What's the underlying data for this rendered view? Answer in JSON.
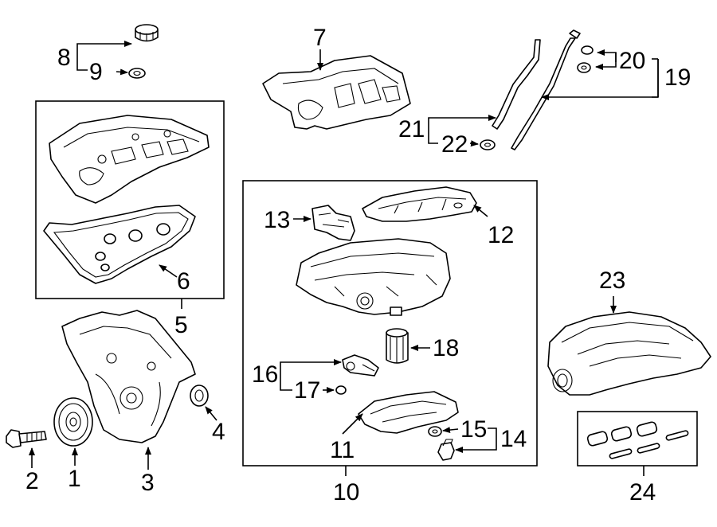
{
  "diagram": {
    "callouts": {
      "c1": "1",
      "c2": "2",
      "c3": "3",
      "c4": "4",
      "c5": "5",
      "c6": "6",
      "c7": "7",
      "c8": "8",
      "c9": "9",
      "c10": "10",
      "c11": "11",
      "c12": "12",
      "c13": "13",
      "c14": "14",
      "c15": "15",
      "c16": "16",
      "c17": "17",
      "c18": "18",
      "c19": "19",
      "c20": "20",
      "c21": "21",
      "c22": "22",
      "c23": "23",
      "c24": "24"
    }
  }
}
